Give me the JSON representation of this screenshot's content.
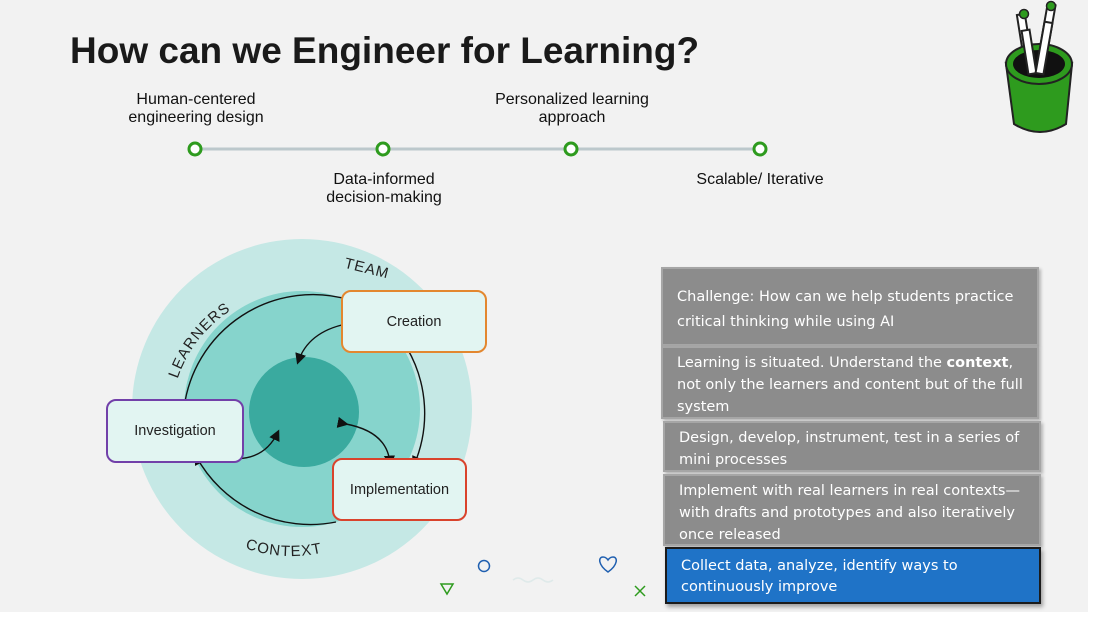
{
  "slide": {
    "title": "How can we Engineer for Learning?"
  },
  "timeline": {
    "line_color": "#bcc8cc",
    "node_color": "#2e9b1e",
    "top_labels": [
      {
        "line1": "Human-centered",
        "line2": "engineering design"
      },
      {
        "line1": "Personalized learning",
        "line2": "approach"
      }
    ],
    "bottom_labels": [
      {
        "line1": "Data-informed",
        "line2": "decision-making"
      },
      {
        "line1": "Scalable/ Iterative",
        "line2": ""
      }
    ]
  },
  "cycle": {
    "ring_labels": {
      "learners": "LEARNERS",
      "team": "TEAM",
      "context": "CONTEXT"
    },
    "stages": {
      "creation": "Creation",
      "investigation": "Investigation",
      "implementation": "Implementation"
    },
    "colors": {
      "outer_ring": "#c5e8e5",
      "middle_ring": "#86d4cc",
      "core": "#3aaa9f",
      "creation_border": "#e3872f",
      "investigation_border": "#7240a9",
      "implementation_border": "#d9432c"
    }
  },
  "steps": [
    {
      "text_before": "Challenge: How can we help students practice critical thinking while using AI",
      "bold": "",
      "text_after": ""
    },
    {
      "text_before": "Learning is situated. Understand the ",
      "bold": "context",
      "text_after": ", not only the learners and content but of the full system"
    },
    {
      "text_before": "Design, develop, instrument, test in a series of mini processes",
      "bold": "",
      "text_after": ""
    },
    {
      "text_before": "Implement with real learners in real contexts—with drafts and prototypes and also iteratively once released",
      "bold": "",
      "text_after": ""
    },
    {
      "text_before": "Collect data, analyze, identify ways to continuously improve",
      "bold": "",
      "text_after": ""
    }
  ],
  "colors": {
    "step_gray": "#8c8c8c",
    "step_blue": "#1f73c7",
    "cup_green": "#2e9b1e"
  },
  "decorations": [
    "pencil-cup-icon",
    "triangle-icon",
    "circle-icon",
    "wave-icon",
    "heart-icon",
    "x-mark-icon"
  ]
}
